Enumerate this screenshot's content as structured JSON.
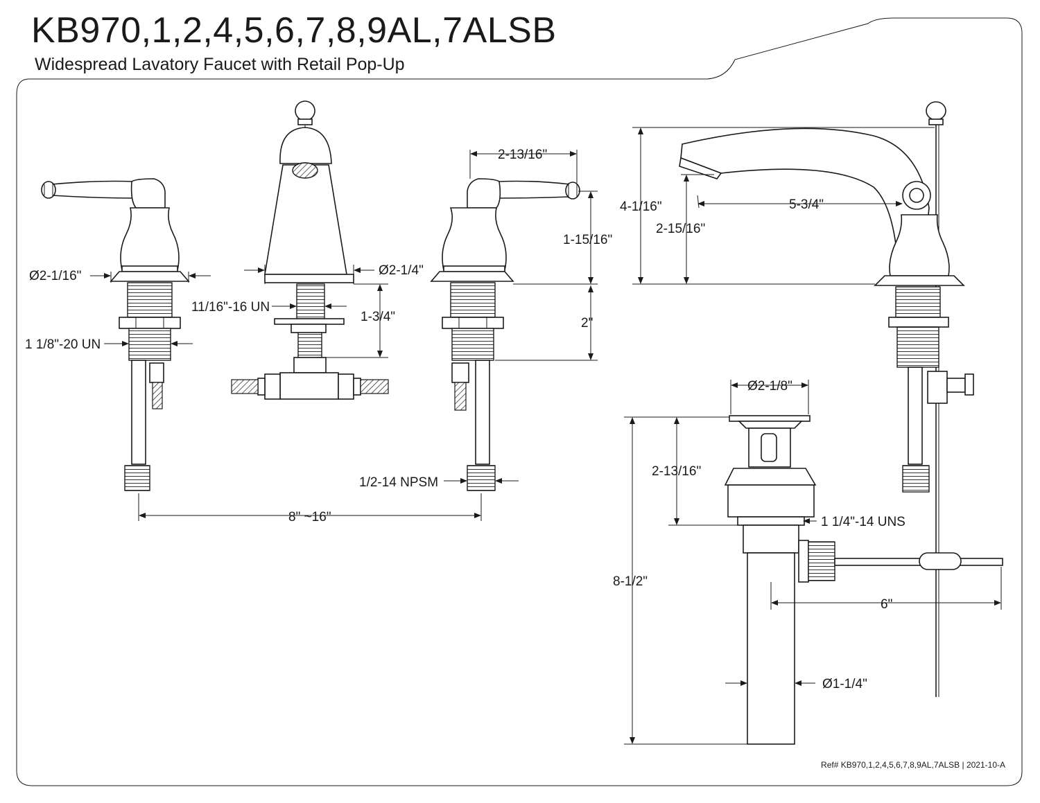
{
  "header": {
    "title": "KB970,1,2,4,5,6,7,8,9AL,7ALSB",
    "subtitle": "Widespread Lavatory Faucet with Retail Pop-Up"
  },
  "dimensions": {
    "handle_flange_dia": "Ø2-1/16\"",
    "handle_thread": "1 1/8\"-20 UN",
    "spout_base_dia": "Ø2-1/4\"",
    "spout_thread": "11/16\"-16 UN",
    "spout_shank_len": "1-3/4\"",
    "handle_lever_span": "2-13/16\"",
    "handle_height": "1-15/16\"",
    "handle_shank_len": "2\"",
    "supply_thread": "1/2-14 NPSM",
    "center_spread": "8\" ~16\"",
    "overall_height": "4-1/16\"",
    "spout_reach": "5-3/4\"",
    "spout_outlet_height": "2-15/16\"",
    "drain_flange_dia": "Ø2-1/8\"",
    "drain_body_height": "2-13/16\"",
    "drain_thread": "1 1/4\"-14 UNS",
    "drain_overall_height": "8-1/2\"",
    "pivot_rod_len": "6\"",
    "tailpiece_dia": "Ø1-1/4\""
  },
  "footer": {
    "ref": "Ref# KB970,1,2,4,5,6,7,8,9AL,7ALSB | 2021-10-A"
  },
  "colors": {
    "line": "#1a1a1a",
    "background": "#ffffff"
  }
}
